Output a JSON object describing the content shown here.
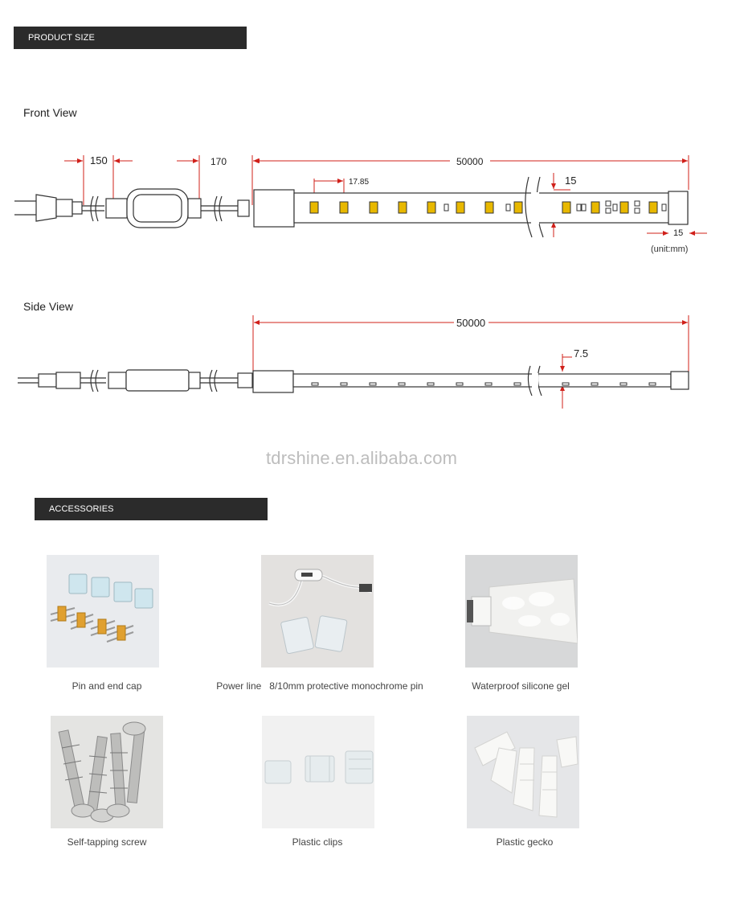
{
  "product_size": {
    "label": "PRODUCT SIZE"
  },
  "front_view": {
    "title": "Front View",
    "dim_plug": "150",
    "dim_cable": "170",
    "dim_length": "50000",
    "dim_pitch": "17.85",
    "dim_width": "15",
    "dim_endcap": "15",
    "unit": "(unit:mm)"
  },
  "side_view": {
    "title": "Side View",
    "dim_length": "50000",
    "dim_height": "7.5"
  },
  "watermark": "tdrshine.en.alibaba.com",
  "accessories": {
    "label": "ACCESSORIES",
    "items": [
      {
        "caption": "Pin and end cap"
      },
      {
        "caption": "Power line   8/10mm protective monochrome pin"
      },
      {
        "caption": "Waterproof silicone gel"
      },
      {
        "caption": "Self-tapping screw"
      },
      {
        "caption": "Plastic clips"
      },
      {
        "caption": "Plastic gecko"
      }
    ]
  },
  "colors": {
    "dimension_red": "#d0201a",
    "bar_dark": "#2b2b2b",
    "line": "#333333"
  }
}
